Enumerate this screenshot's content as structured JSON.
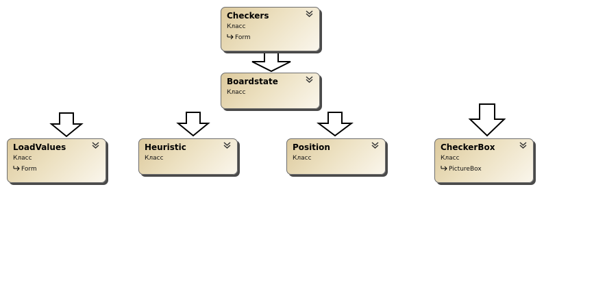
{
  "diagram": {
    "classes": [
      {
        "id": "checkers",
        "name": "Checkers",
        "stereotype": "Класс",
        "base": "Form"
      },
      {
        "id": "boardstate",
        "name": "Boardstate",
        "stereotype": "Класс",
        "base": ""
      },
      {
        "id": "loadvalues",
        "name": "LoadValues",
        "stereotype": "Класс",
        "base": "Form"
      },
      {
        "id": "heuristic",
        "name": "Heuristic",
        "stereotype": "Класс",
        "base": ""
      },
      {
        "id": "position",
        "name": "Position",
        "stereotype": "Класс",
        "base": ""
      },
      {
        "id": "checkerbox",
        "name": "CheckerBox",
        "stereotype": "Класс",
        "base": "PictureBox"
      }
    ],
    "colors": {
      "gradient_start": "#dcc99c",
      "gradient_end": "#faf6ec",
      "border": "#6d6d6d",
      "shadow": "#4a4a4a"
    },
    "icons": {
      "collapse": "double-chevron-down-icon",
      "inheritance": "inheritance-arrow-icon",
      "connector": "hollow-down-arrow"
    }
  }
}
